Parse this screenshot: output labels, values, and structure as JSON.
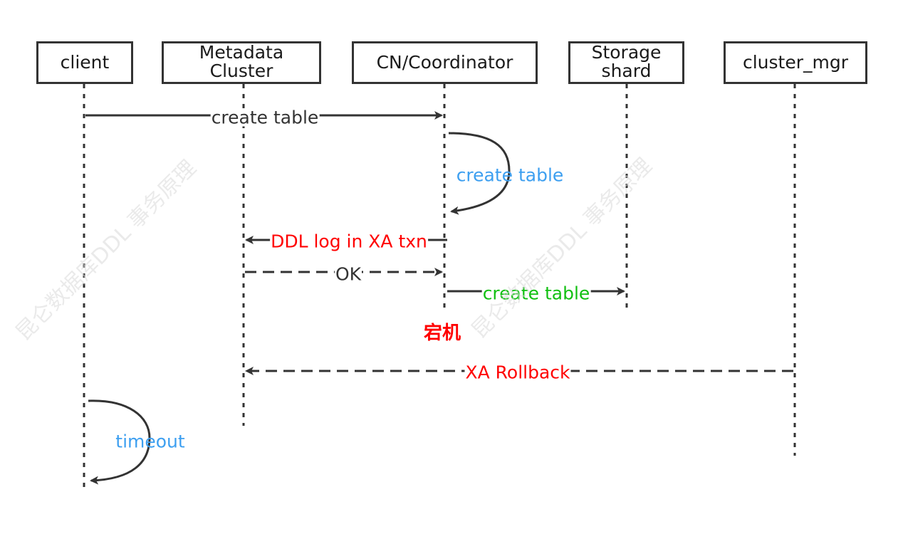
{
  "participants": {
    "client": "client",
    "metadata_line1": "Metadata",
    "metadata_line2": "Cluster",
    "cn": "CN/Coordinator",
    "storage_line1": "Storage",
    "storage_line2": "shard",
    "cluster_mgr": "cluster_mgr"
  },
  "messages": {
    "client_create_table": "create table",
    "cn_self_create_table": "create table",
    "ddl_log": "DDL log in XA txn",
    "ok": "OK",
    "storage_create_table": "create table",
    "crash": "宕机",
    "xa_rollback": "XA Rollback",
    "timeout": "timeout"
  },
  "watermark": "昆仑数据库DDL 事务原理",
  "colors": {
    "black_text": "#333333",
    "blue_text": "#3d9ff0",
    "red_text": "#ff0000",
    "green_text": "#12c012"
  }
}
